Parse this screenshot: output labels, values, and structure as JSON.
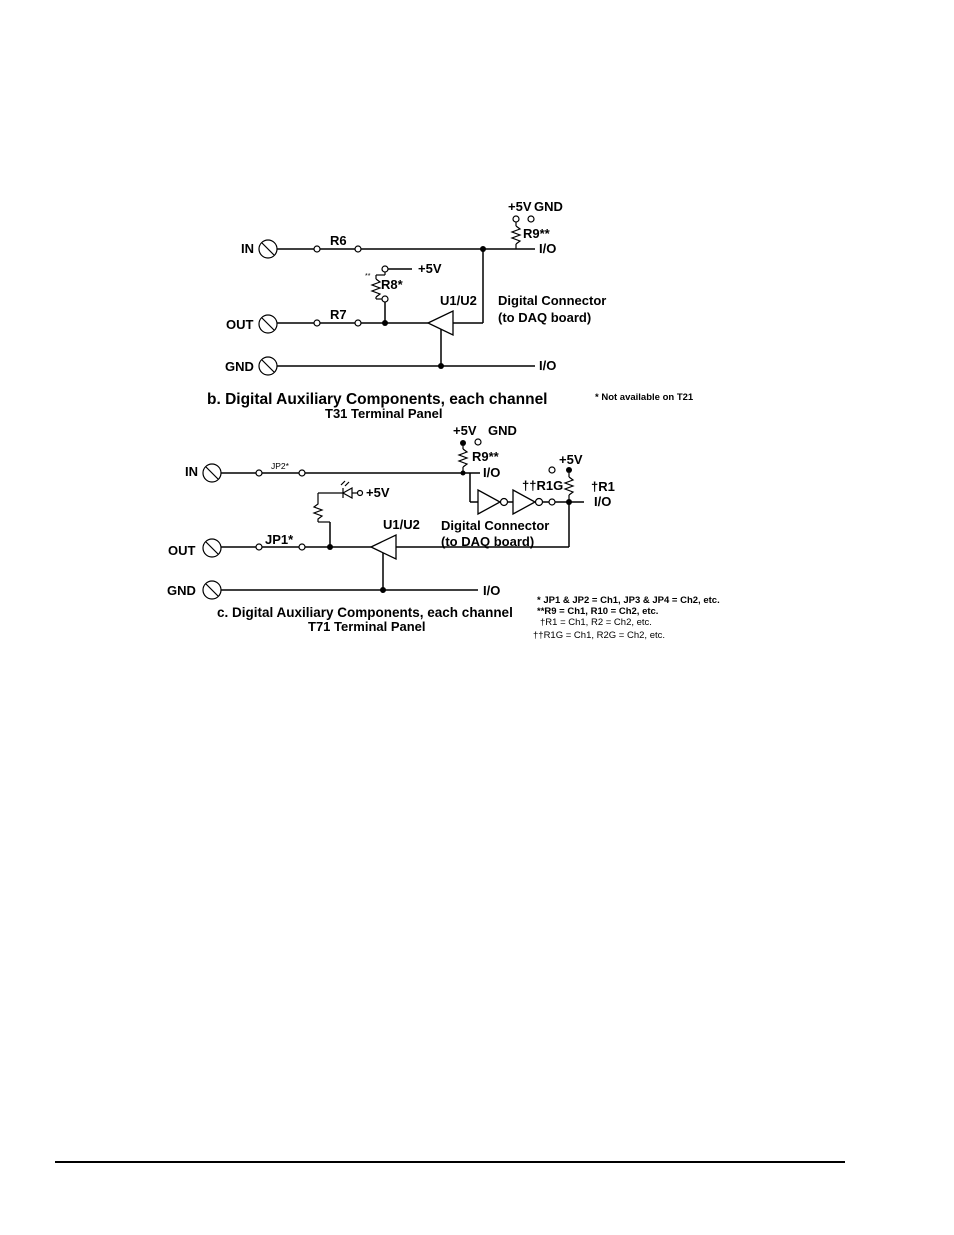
{
  "panel_b": {
    "labels": {
      "in": "IN",
      "out": "OUT",
      "gnd": "GND",
      "r6": "R6",
      "r7": "R7",
      "r8": "R8*",
      "r8_mark": "**",
      "plus5v_r8": "+5V",
      "plus5v_top": "+5V",
      "gnd_top": "GND",
      "r9": "R9**",
      "io_top": "I/O",
      "io_bottom": "I/O",
      "u1u2": "U1/U2",
      "digital_connector": "Digital Connector",
      "to_daq": "(to DAQ board)"
    },
    "caption": "b. Digital Auxiliary Components, each channel",
    "note": "* Not available on T21",
    "panel_name": "T31 Terminal Panel"
  },
  "panel_c": {
    "labels": {
      "in": "IN",
      "out": "OUT",
      "gnd": "GND",
      "jp2": "JP2*",
      "jp1": "JP1*",
      "plus5v_top": "+5V",
      "gnd_top": "GND",
      "r9": "R9**",
      "io_top": "I/O",
      "plus5v_led": "+5V",
      "r1g": "††R1G",
      "plus5v_r1": "+5V",
      "r1": "†R1",
      "io_r1": "I/O",
      "u1u2": "U1/U2",
      "digital_connector": "Digital Connector",
      "to_daq": "(to DAQ board)",
      "io_bottom": "I/O"
    },
    "caption": "c. Digital Auxiliary Components, each channel",
    "panel_name": "T71 Terminal Panel",
    "notes": [
      "* JP1 & JP2 = Ch1, JP3 & JP4 = Ch2, etc.",
      "**R9 = Ch1, R10 = Ch2, etc.",
      "†R1 = Ch1, R2 = Ch2, etc.",
      "††R1G = Ch1, R2G = Ch2, etc."
    ]
  }
}
